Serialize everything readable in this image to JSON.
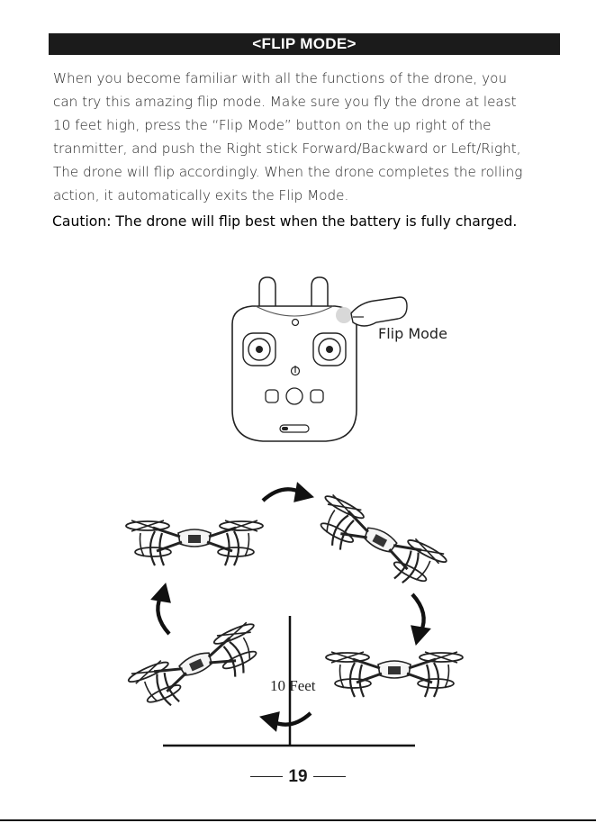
{
  "header": {
    "title": "<FLIP MODE>"
  },
  "body": {
    "lines": [
      "When you become familiar with all the functions of the drone, you",
      "can try this amazing flip mode. Make sure you fly the drone at least",
      "10 feet high, press the “Flip Mode” button on the up right of  the",
      "tranmitter, and push the Right stick Forward/Backward or Left/Right,",
      "The drone will flip accordingly. When the drone completes the rolling",
      "action, it automatically exits the Flip Mode."
    ],
    "caution": "Caution: The drone will flip best when the battery is fully charged."
  },
  "figure": {
    "flip_mode_label": "Flip Mode",
    "height_label": "10 Feet",
    "button_icon": "flip-mode-button-icon",
    "controller_icon": "transmitter-icon",
    "drone_icon": "quadcopter-icon",
    "arrow_icon": "curved-arrow-icon"
  },
  "footer": {
    "page_number": "19"
  }
}
